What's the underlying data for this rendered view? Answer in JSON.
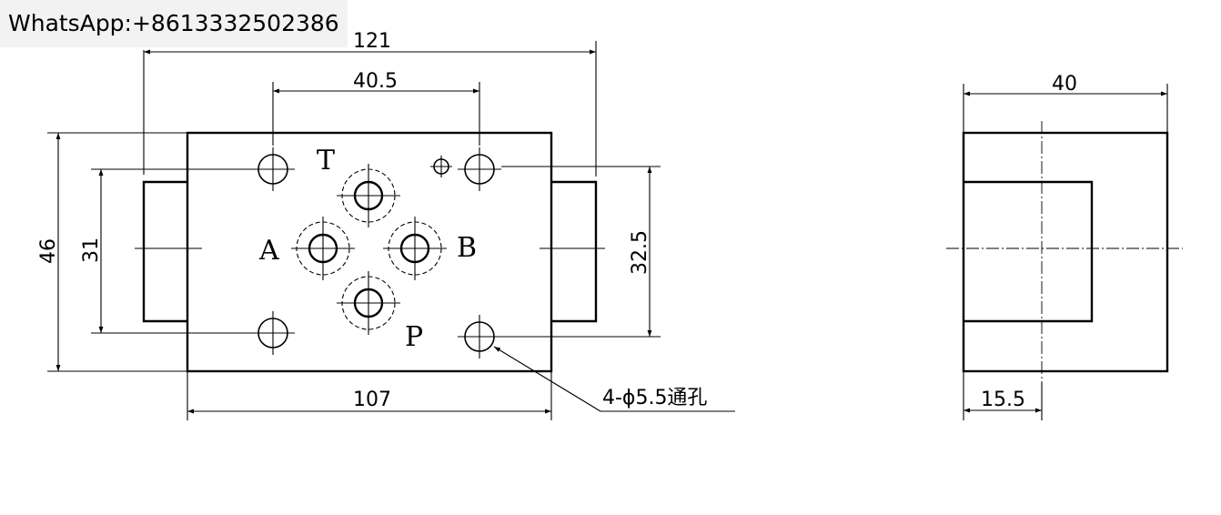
{
  "watermark": "WhatsApp:+8613332502386",
  "dimensions": {
    "overall_width": "121",
    "hole_spacing": "40.5",
    "body_height": "46",
    "flange_height": "31",
    "mount_spacing": "32.5",
    "body_width": "107",
    "side_width": "40",
    "side_offset": "15.5"
  },
  "ports": {
    "t": "T",
    "a": "A",
    "b": "B",
    "p": "P"
  },
  "note": "4-ϕ5.5通孔"
}
